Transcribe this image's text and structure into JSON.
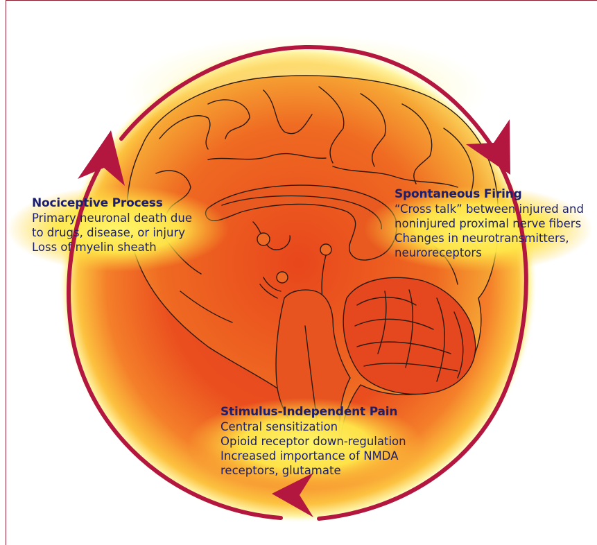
{
  "diagram": {
    "colors": {
      "cycle_ring": "#b3173f",
      "outline": "#2a1a12",
      "glow_center": "#e8401c",
      "glow_edge": "#fff36a",
      "text": "#1b1f6e"
    },
    "cycle_direction": "clockwise",
    "stages": [
      {
        "id": "nociceptive",
        "title": "Nociceptive Process",
        "lines": [
          "Primary neuronal death due",
          "to drugs, disease, or injury",
          "Loss of myelin sheath"
        ]
      },
      {
        "id": "spontaneous",
        "title": "Spontaneous Firing",
        "lines": [
          "“Cross talk” between injured and",
          "noninjured proximal nerve fibers",
          "Changes in neurotransmitters,",
          "neuroreceptors"
        ]
      },
      {
        "id": "stimulus",
        "title": "Stimulus-Independent Pain",
        "lines": [
          "Central sensitization",
          "Opioid receptor down-regulation",
          "Increased importance of NMDA",
          "receptors, glutamate"
        ]
      }
    ]
  }
}
